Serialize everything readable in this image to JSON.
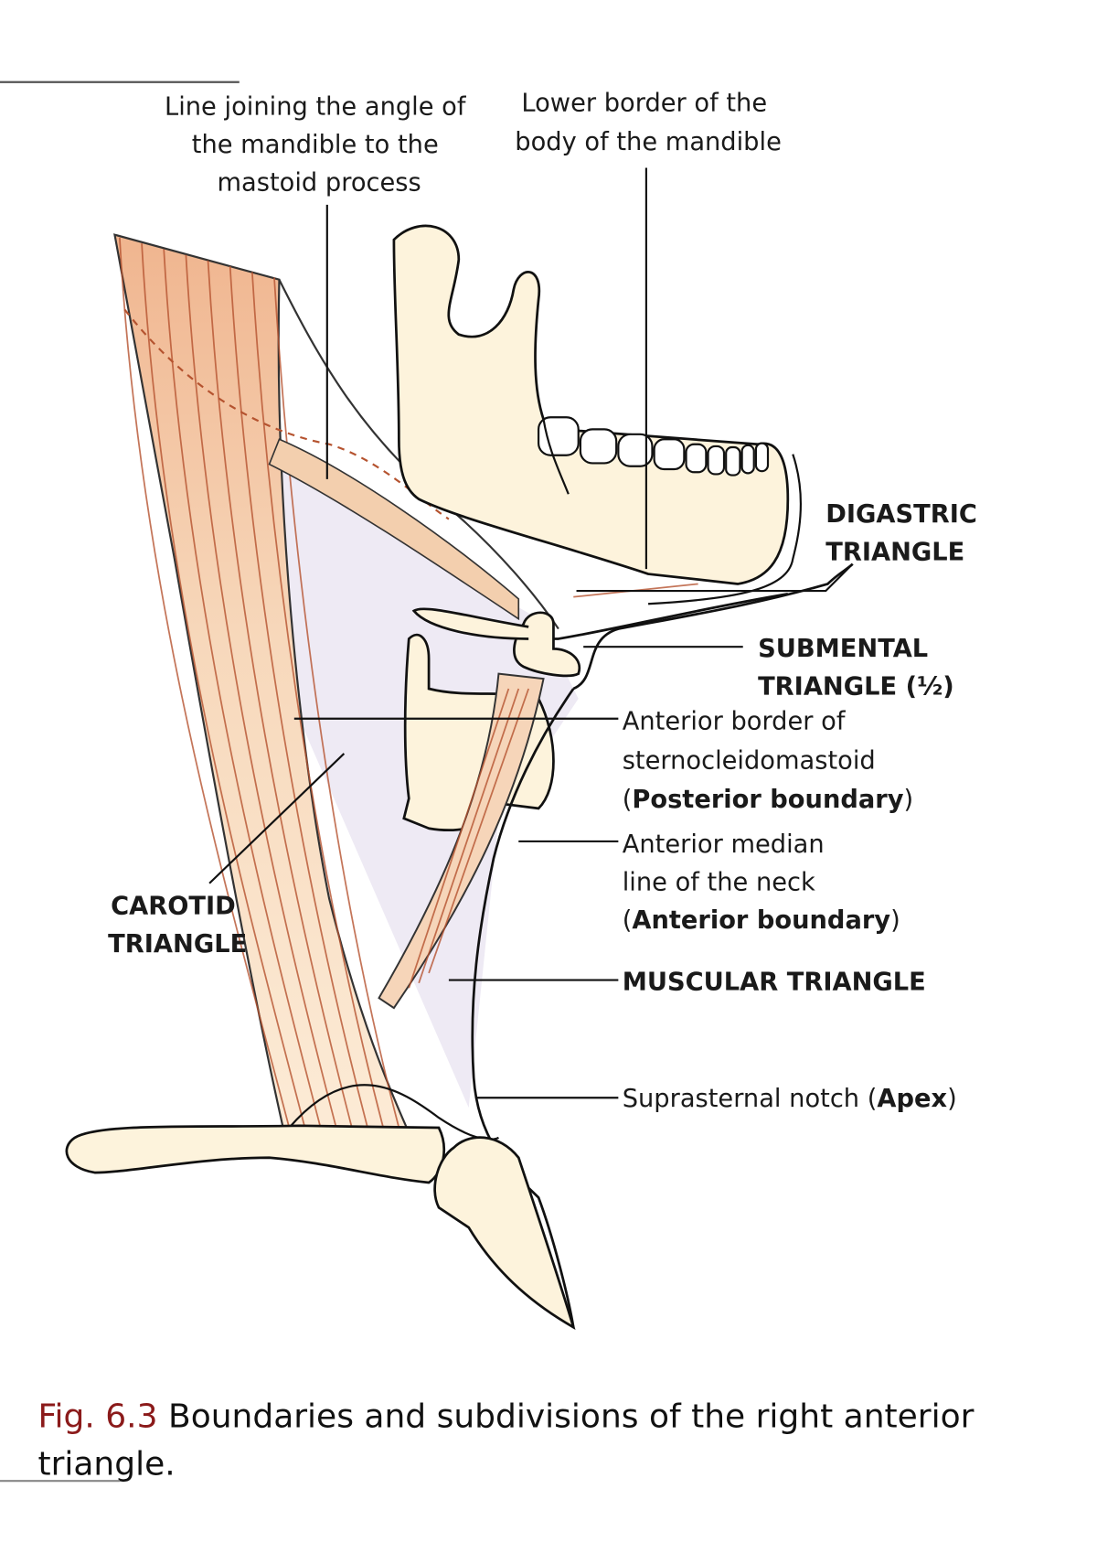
{
  "labels": {
    "line_joining": [
      "Line joining the angle of",
      "the mandible to the",
      "mastoid process"
    ],
    "lower_border": [
      "Lower border of the",
      "body of the mandible"
    ],
    "digastric": [
      "DIGASTRIC",
      "TRIANGLE"
    ],
    "submental": [
      "SUBMENTAL",
      "TRIANGLE (½)"
    ],
    "anterior_border": {
      "line1": "Anterior border of",
      "line2": "sternocleidomastoid",
      "open": "(",
      "bold": "Posterior boundary",
      "close": ")"
    },
    "anterior_median": {
      "line1": "Anterior median",
      "line2": "line of the neck",
      "open": "(",
      "bold": "Anterior boundary",
      "close": ")"
    },
    "muscular": "MUSCULAR TRIANGLE",
    "suprasternal": {
      "text": "Suprasternal notch ",
      "open": "(",
      "bold": "Apex",
      "close": ")"
    },
    "carotid": [
      "CAROTID",
      "TRIANGLE"
    ]
  },
  "caption": {
    "figure": "Fig. 6.3",
    "text": " Boundaries and subdivisions of the right anterior",
    "text2": "triangle."
  },
  "colors": {
    "figure_label": "#8b1a1a",
    "muscle": "#f2c4a0",
    "bone": "#fdf3dc"
  }
}
